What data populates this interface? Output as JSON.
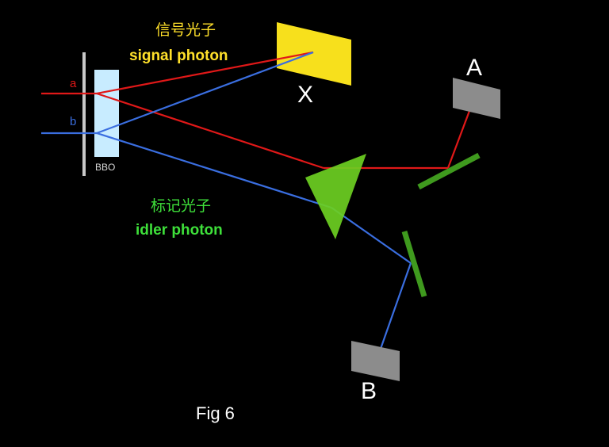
{
  "labels": {
    "signal_cn": "信号光子",
    "signal_en": "signal photon",
    "idler_cn": "标记光子",
    "idler_en": "idler photon",
    "path_a": "a",
    "path_b": "b",
    "crystal": "BBO",
    "screen_x": "X",
    "detector_a": "A",
    "detector_b": "B",
    "caption": "Fig 6"
  },
  "colors": {
    "background": "#000000",
    "red_beam": "#e01818",
    "blue_beam": "#3a6ee0",
    "signal_text": "#ffe02a",
    "idler_text": "#3ee03a",
    "screen": "#f7e01c",
    "prism": "#6ccf22",
    "mirror": "#3f9a1e",
    "detector": "#8c8c8c",
    "crystal": "#c8ecff",
    "label_a": "#e01818",
    "label_b": "#3a6ee0"
  }
}
